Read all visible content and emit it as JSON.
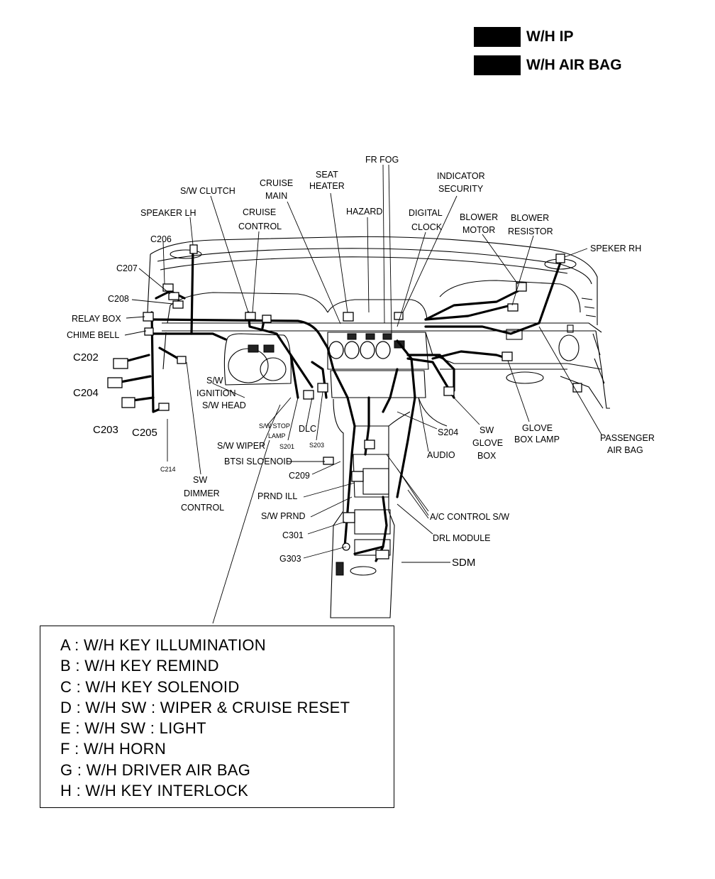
{
  "header_legend": [
    {
      "label": "W/H IP"
    },
    {
      "label": "W/H AIR BAG"
    }
  ],
  "labels": {
    "fr_fog": "FR FOG",
    "seat": "SEAT",
    "heater": "HEATER",
    "indicator": "INDICATOR",
    "security": "SECURITY",
    "cruise": "CRUISE",
    "main": "MAIN",
    "sw_clutch": "S/W CLUTCH",
    "hazard": "HAZARD",
    "digital": "DIGITAL",
    "clock": "CLOCK",
    "blower1": "BLOWER",
    "motor": "MOTOR",
    "blower2": "BLOWER",
    "resistor": "RESISTOR",
    "speaker_lh": "SPEAKER LH",
    "cruise2": "CRUISE",
    "control": "CONTROL",
    "speker_rh": "SPEKER RH",
    "c206": "C206",
    "c207": "C207",
    "c208": "C208",
    "relay_box": "RELAY BOX",
    "chime_bell": "CHIME BELL",
    "c202": "C202",
    "c204": "C204",
    "c203": "C203",
    "c205": "C205",
    "sw_ign": "S/W",
    "ignition": "IGNITION",
    "sw_head": "S/W HEAD",
    "sw_stop": "S/W STOP",
    "lamp": "LAMP",
    "dlc": "DLC",
    "sw_wiper": "S/W WIPER",
    "s201": "S201",
    "s203": "S203",
    "btsi": "BTSI SLOENOID",
    "c214": "C214",
    "sw_dim": "SW",
    "dimmer": "DIMMER",
    "control2": "CONTROL",
    "c209": "C209",
    "prnd_ill": "PRND ILL",
    "sw_prnd": "S/W PRND",
    "c301": "C301",
    "g303": "G303",
    "s204": "S204",
    "audio": "AUDIO",
    "sw_glove": "SW",
    "glove": "GLOVE",
    "box": "BOX",
    "glove2": "GLOVE",
    "box_lamp": "BOX LAMP",
    "passenger": "PASSENGER",
    "air_bag": "AIR BAG",
    "ac_control": "A/C CONTROL S/W",
    "drl": "DRL MODULE",
    "sdm": "SDM"
  },
  "legend_items": [
    "A : W/H KEY ILLUMINATION",
    "B : W/H KEY REMIND",
    "C : W/H KEY SOLENOID",
    "D : W/H SW : WIPER & CRUISE RESET",
    "E : W/H SW : LIGHT",
    "F : W/H HORN",
    "G : W/H DRIVER AIR BAG",
    "H : W/H KEY INTERLOCK"
  ]
}
